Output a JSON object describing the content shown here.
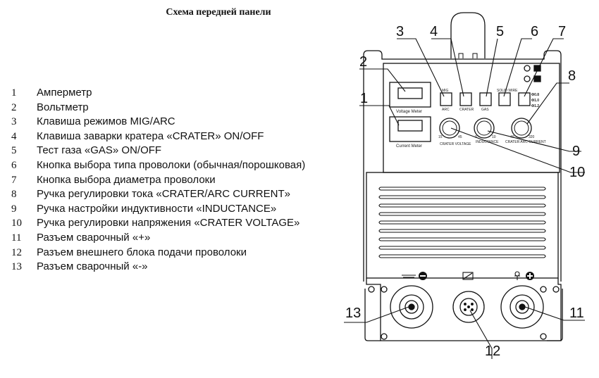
{
  "title": "Схема передней панели",
  "legend": [
    {
      "num": "1",
      "text": "Амперметр"
    },
    {
      "num": "2",
      "text": "Вольтметр"
    },
    {
      "num": "3",
      "text": "Клавиша режимов MIG/ARC"
    },
    {
      "num": "4",
      "text": "Клавиша заварки кратера «CRATER» ON/OFF"
    },
    {
      "num": "5",
      "text": "Тест газа «GAS» ON/OFF"
    },
    {
      "num": "6",
      "text": "Кнопка выбора типа проволоки (обычная/порошковая)"
    },
    {
      "num": "7",
      "text": "Кнопка выбора диаметра проволоки"
    },
    {
      "num": "8",
      "text": "Ручка регулировки тока «CRATER/ARC CURRENT»"
    },
    {
      "num": "9",
      "text": "Ручка настройки индуктивности «INDUCTANCE»"
    },
    {
      "num": "10",
      "text": "Ручка регулировки напряжения «CRATER VOLTAGE»"
    },
    {
      "num": "11",
      "text": "Разъем сварочный «+»"
    },
    {
      "num": "12",
      "text": "Разъем внешнего блока подачи проволоки"
    },
    {
      "num": "13",
      "text": "Разъем сварочный «-»"
    }
  ],
  "callouts": {
    "c1": "1",
    "c2": "2",
    "c3": "3",
    "c4": "4",
    "c5": "5",
    "c6": "6",
    "c7": "7",
    "c8": "8",
    "c9": "9",
    "c10": "10",
    "c11": "11",
    "c12": "12",
    "c13": "13"
  },
  "panel_labels": {
    "voltage_meter": "Voltage Meter",
    "current_meter": "Current Meter",
    "mig": "MIG",
    "arc": "ARC",
    "crater": "CRATER",
    "gas": "GAS",
    "solid_wire": "SOLID WIRE",
    "dia_08": "Φ0.8",
    "dia_10": "Φ1.0",
    "dia_12": "Φ1.2",
    "knob_crater_voltage": "CRATER VOLTAGE",
    "knob_inductance": "INDUCTANCE",
    "knob_arc_current": "CRATER  ARC CURRENT",
    "scale_15": "15",
    "scale_45": "45",
    "scale_0": "0",
    "scale_10": "10",
    "scale_40": "40",
    "scale_320": "320"
  },
  "colors": {
    "line": "#111111",
    "panel_fill": "#ffffff",
    "body_fill": "#ffffff"
  },
  "icons": {
    "minus_socket_icon": "torch-minus-icon",
    "plus_socket_icon": "electrode-plus-icon",
    "feeder_icon": "wire-feeder-icon"
  }
}
